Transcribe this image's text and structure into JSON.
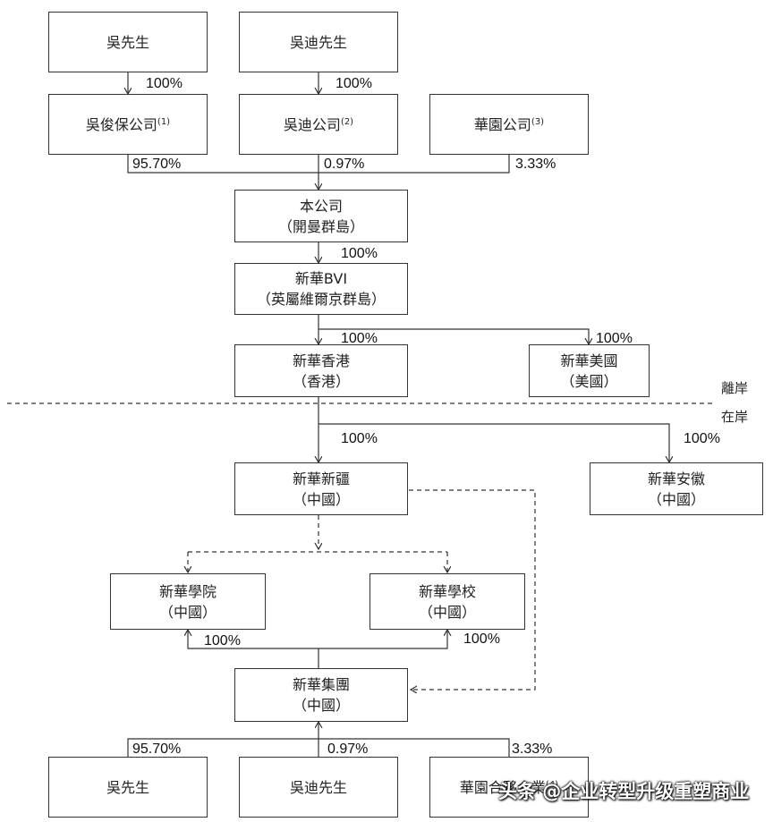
{
  "nodes": {
    "mr_wu_top": {
      "line1": "吳先生",
      "line2": "",
      "note": ""
    },
    "mr_wudi_top": {
      "line1": "吳迪先生",
      "line2": "",
      "note": ""
    },
    "wujunbao": {
      "line1": "吳俊保公司",
      "line2": "",
      "note": "(1)"
    },
    "wudi_co": {
      "line1": "吳迪公司",
      "line2": "",
      "note": "(2)"
    },
    "huayuan_co": {
      "line1": "華園公司",
      "line2": "",
      "note": "(3)"
    },
    "company": {
      "line1": "本公司",
      "line2": "（開曼群島）",
      "note": ""
    },
    "xinhua_bvi": {
      "line1": "新華BVI",
      "line2": "（英屬維爾京群島）",
      "note": ""
    },
    "xinhua_hk": {
      "line1": "新華香港",
      "line2": "（香港）",
      "note": ""
    },
    "xinhua_us": {
      "line1": "新華美國",
      "line2": "（美國）",
      "note": ""
    },
    "xinhua_xinjiang": {
      "line1": "新華新疆",
      "line2": "（中國）",
      "note": ""
    },
    "xinhua_anhui": {
      "line1": "新華安徽",
      "line2": "（中國）",
      "note": ""
    },
    "xinhua_college": {
      "line1": "新華學院",
      "line2": "（中國）",
      "note": ""
    },
    "xinhua_school": {
      "line1": "新華學校",
      "line2": "（中國）",
      "note": ""
    },
    "xinhua_group": {
      "line1": "新華集團",
      "line2": "（中國）",
      "note": ""
    },
    "mr_wu_bottom": {
      "line1": "吳先生",
      "line2": "",
      "note": ""
    },
    "mr_wudi_bottom": {
      "line1": "吳迪先生",
      "line2": "",
      "note": ""
    },
    "huayuan_partner": {
      "line1": "華園合夥企業",
      "line2": "",
      "note": "(4)"
    }
  },
  "percentages": {
    "wu_to_wujunbao": "100%",
    "wudi_to_wudico": "100%",
    "wujunbao_to_company": "95.70%",
    "wudico_to_company": "0.97%",
    "huayuan_to_company": "3.33%",
    "company_to_bvi": "100%",
    "bvi_to_hk": "100%",
    "bvi_to_us": "100%",
    "hk_to_xinjiang": "100%",
    "hk_to_anhui": "100%",
    "group_to_college": "100%",
    "group_to_school": "100%",
    "wu_to_group": "95.70%",
    "wudi_to_group": "0.97%",
    "huayuan_to_group": "3.33%"
  },
  "zones": {
    "offshore": "離岸",
    "onshore": "在岸"
  },
  "watermark": "头条 @企业转型升级重塑商业"
}
